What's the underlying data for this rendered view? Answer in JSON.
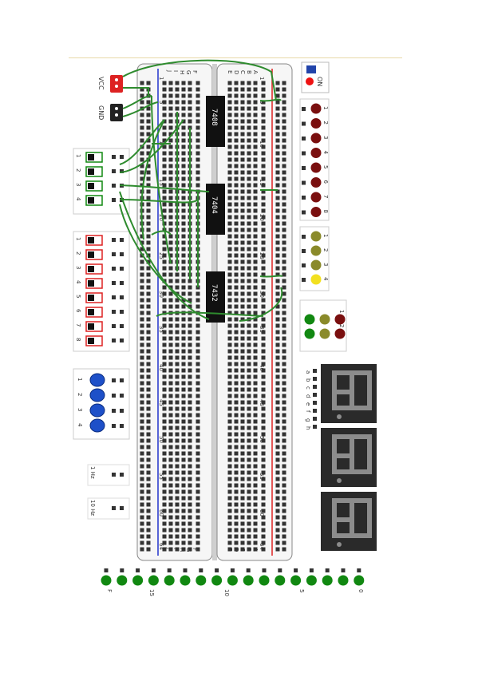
{
  "power": {
    "vcc_label": "VCC",
    "gnd_label": "GND",
    "switch_label": "ON"
  },
  "chips": [
    {
      "id": "chip-7408",
      "label": "7408"
    },
    {
      "id": "chip-7404",
      "label": "7404"
    },
    {
      "id": "chip-7432",
      "label": "7432"
    }
  ],
  "breadboard": {
    "top_letters": [
      "J",
      "I",
      "H",
      "G",
      "F",
      "E",
      "D",
      "C",
      "B",
      "A"
    ],
    "row_numbers_left": [
      "1",
      "5",
      "10",
      "15",
      "20",
      "25",
      "30",
      "35",
      "40",
      "45",
      "50",
      "55",
      "60",
      "64"
    ],
    "row_numbers_right": [
      "1",
      "5",
      "10",
      "15",
      "20",
      "25",
      "30",
      "35",
      "40",
      "45",
      "50",
      "55",
      "60",
      "64"
    ]
  },
  "input_switches_green": [
    "1",
    "2",
    "3",
    "4"
  ],
  "input_switches_red": [
    "1",
    "2",
    "3",
    "4",
    "5",
    "6",
    "7",
    "8"
  ],
  "push_buttons": [
    "1",
    "2",
    "3",
    "4"
  ],
  "clocks": [
    "1 Hz",
    "10 Hz"
  ],
  "red_leds": [
    "1",
    "2",
    "3",
    "4",
    "5",
    "6",
    "7",
    "8"
  ],
  "yellow_leds": [
    "1",
    "2",
    "3",
    "4"
  ],
  "traffic_lights": {
    "labels": [
      "1",
      "2"
    ]
  },
  "seven_segment": {
    "pins": [
      "a",
      "b",
      "c",
      "d",
      "e",
      "f",
      "g",
      "h"
    ],
    "digits": 3
  },
  "bottom_bus": {
    "labels": [
      "0",
      "5",
      "10",
      "15",
      "F"
    ],
    "count": 17
  },
  "colors": {
    "wire": "#2e8b2e",
    "blue_rail": "#2233cc",
    "red_rail": "#dd2222",
    "chip": "#111111",
    "led_red": "#7a0f0f",
    "led_yellow": "#8a8a2a",
    "led_green": "#118811",
    "board": "#f4f4f4",
    "seg_bg": "#2a2a2a"
  }
}
